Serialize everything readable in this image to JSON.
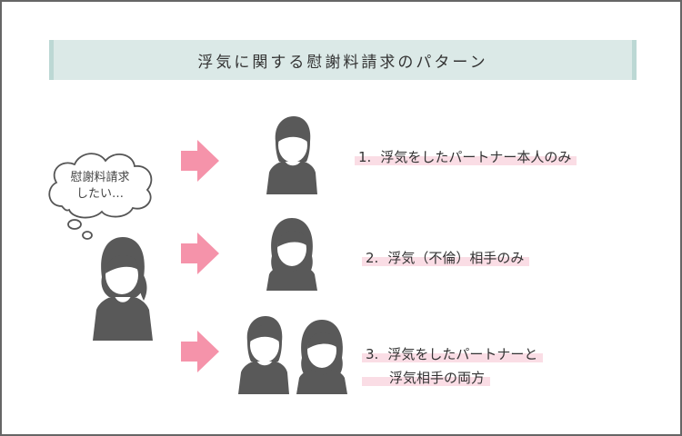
{
  "title": "浮気に関する慰謝料請求のパターン",
  "thought_bubble": {
    "line1": "慰謝料請求",
    "line2": "したい…"
  },
  "options": [
    {
      "number": "1.",
      "text": "浮気をしたパートナー本人のみ"
    },
    {
      "number": "2.",
      "text": "浮気（不倫）相手のみ"
    },
    {
      "number": "3.",
      "text": "浮気をしたパートナーと",
      "text2": "浮気相手の両方"
    }
  ],
  "icons": {
    "main_person": "woman-icon",
    "option1": "man-icon",
    "option2": "woman-icon",
    "option3": [
      "man-icon",
      "woman-icon"
    ],
    "arrow": "arrow-right-icon"
  },
  "colors": {
    "title_bg": "#dbe9e7",
    "title_border": "#bcd8d4",
    "arrow": "#f593aa",
    "highlight": "#fadde5",
    "person_fill": "#595959",
    "frame_border": "#666666"
  }
}
